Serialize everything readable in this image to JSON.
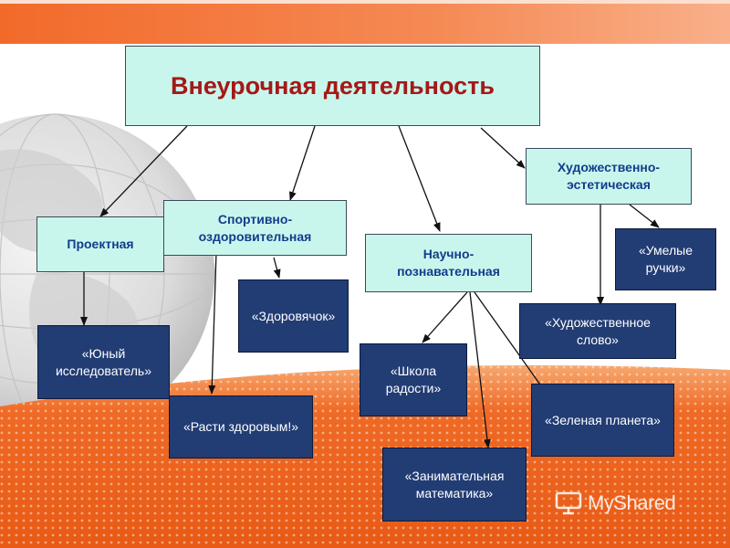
{
  "diagram": {
    "title": "Внеурочная деятельность",
    "categories": {
      "project": "Проектная",
      "sport": "Спортивно-\nоздоровительная",
      "science": "Научно-\nпознавательная",
      "art": "Художественно-\nэстетическая"
    },
    "programs": {
      "young_researcher": "«Юный\nисследователь»",
      "grow_healthy": "«Расти здоровым!»",
      "zdorovyachok": "«Здоровячок»",
      "school_of_joy": "«Школа\nрадости»",
      "entertaining_math": "«Занимательная\nматематика»",
      "green_planet": "«Зеленая планета»",
      "artistic_word": "«Художественное\nслово»",
      "skillful_hands": "«Умелые\nручки»"
    }
  },
  "watermark": {
    "text": "MyShared"
  },
  "colors": {
    "light_box": "#c9f6ec",
    "dark_box": "#223c74",
    "title_text": "#a51818",
    "category_text": "#123c8c",
    "accent_orange": "#f06a2a"
  }
}
